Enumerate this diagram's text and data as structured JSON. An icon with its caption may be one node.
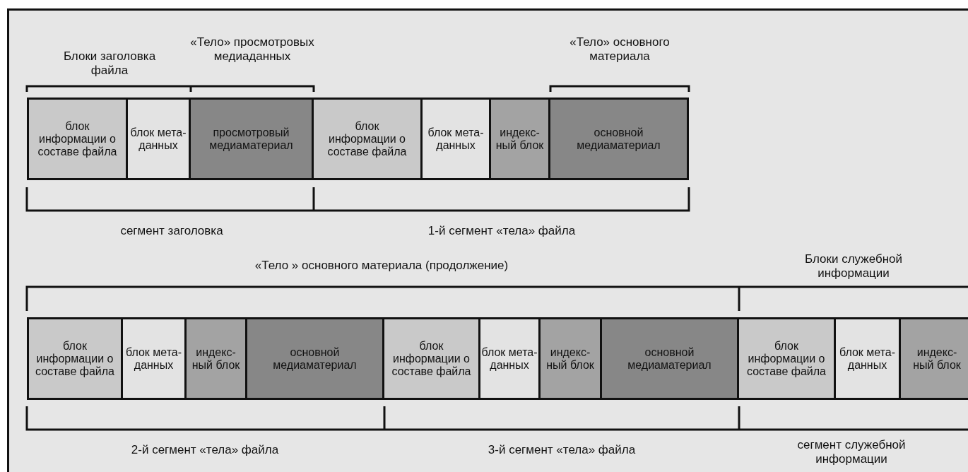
{
  "diagram": {
    "nodes": [
      {
        "text": [
          "блок информации о составе файла"
        ]
      },
      {
        "text": [
          "блок мета- данных"
        ]
      },
      {
        "text": [
          "просмотровый медиаматериал"
        ]
      },
      {
        "text": [
          "блок информации о составе файла"
        ]
      },
      {
        "text": [
          "блок мета- данных"
        ]
      },
      {
        "text": [
          "индекс- ный блок"
        ]
      },
      {
        "text": [
          "основной медиаматериал"
        ]
      },
      {
        "text": [
          "блок информации о составе файла"
        ]
      },
      {
        "text": [
          "блок мета- данных"
        ]
      },
      {
        "text": [
          "индекс- ный блок"
        ]
      },
      {
        "text": [
          "основной медиаматериал"
        ]
      },
      {
        "text": [
          "блок информации о составе файла"
        ]
      },
      {
        "text": [
          "блок мета- данных"
        ]
      },
      {
        "text": [
          "индекс- ный блок"
        ]
      },
      {
        "text": [
          "основной медиаматериал"
        ]
      },
      {
        "text": [
          "блок информации о составе файла"
        ]
      },
      {
        "text": [
          "блок мета- данных"
        ]
      },
      {
        "text": [
          "индекс- ный блок"
        ]
      }
    ],
    "labels": [
      "Блоки заголовка файла",
      "«Тело» просмотровых медиаданных",
      "«Тело» основного материала",
      "сегмент заголовка",
      "1-й сегмент «тела» файла",
      "«Тело » основного материала (продолжение)",
      "Блоки служебной информации",
      "2-й сегмент «тела» файла",
      "3-й сегмент «тела» файла",
      "сегмент служебной информации"
    ]
  }
}
